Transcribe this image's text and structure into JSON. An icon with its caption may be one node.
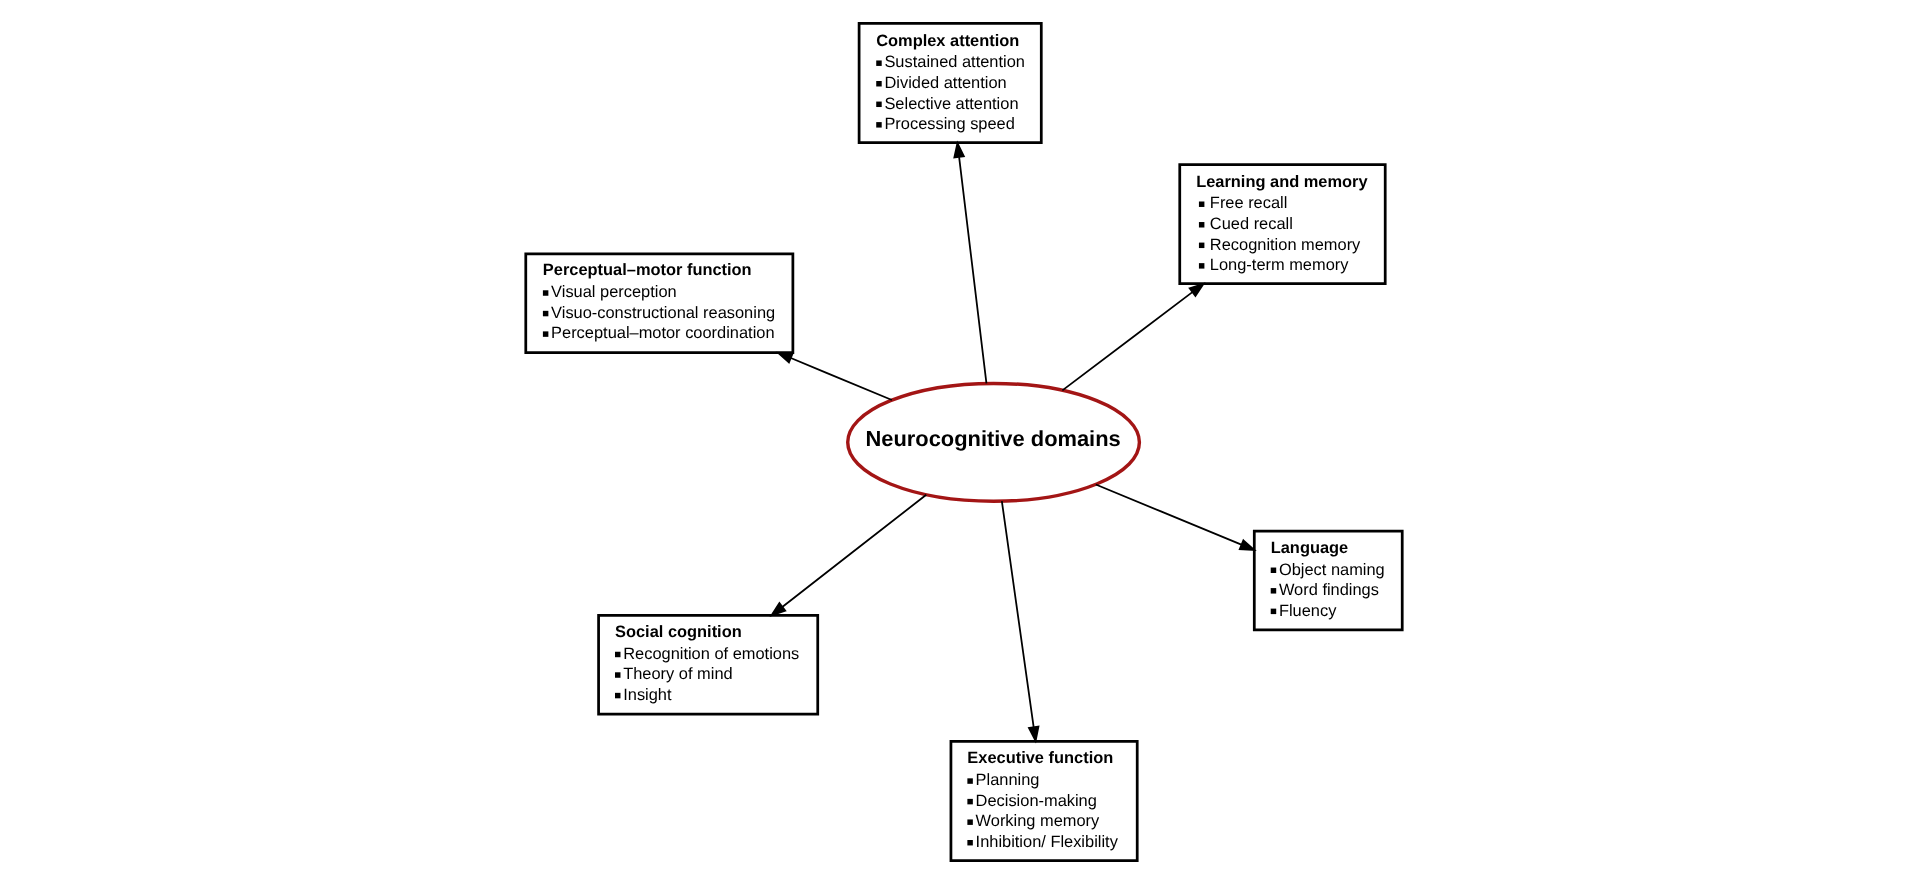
{
  "diagram": {
    "nodes": [
      {
        "text": [
          "Perceptual–motor function",
          "Visual perception",
          "Visuo-constructional reasoning",
          "Perceptual–motor coordination"
        ]
      },
      {
        "text": [
          "Language",
          "Object naming",
          "Word findings",
          "Fluency"
        ]
      },
      {
        "text": [
          "Executive function",
          "Planning",
          "Decision-making",
          "Working memory",
          "Inhibition/ Flexibility"
        ]
      },
      {
        "text": [
          "Neurocognitive domains"
        ]
      },
      {
        "text": [
          "Learning and memory",
          "Free recall",
          "Cued recall",
          "Recognition memory",
          "Long-term memory"
        ]
      },
      {
        "text": [
          "Complex attention",
          "Sustained attention",
          "Divided attention",
          "Selective attention",
          "Processing speed"
        ]
      },
      {
        "text": [
          "Social cognition",
          "Recognition of emotions",
          "Theory of mind",
          "Insight"
        ]
      }
    ],
    "edges": [
      {
        "from": 3,
        "to": 0,
        "arrow": "to"
      },
      {
        "from": 3,
        "to": 1,
        "arrow": "to"
      },
      {
        "from": 3,
        "to": 2,
        "arrow": "to"
      },
      {
        "from": 3,
        "to": 4,
        "arrow": "to"
      },
      {
        "from": 3,
        "to": 5,
        "arrow": "to"
      },
      {
        "from": 3,
        "to": 6,
        "arrow": "to"
      }
    ]
  }
}
